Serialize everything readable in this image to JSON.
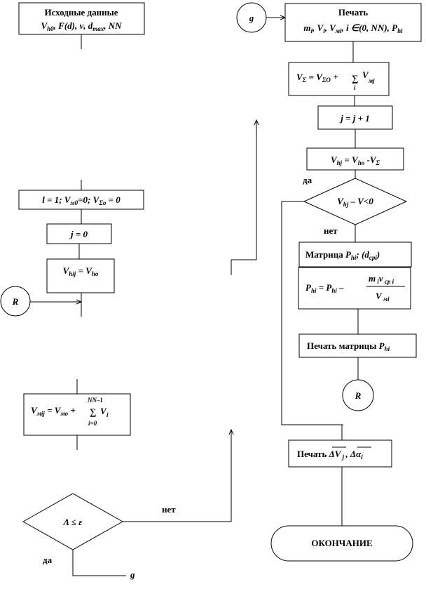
{
  "blocks": {
    "input_title": "Исходные данные",
    "input_vars": "V",
    "input_vars_rest": "(d), ν, d",
    "init_line": "l = 1; V",
    "j_zero": "j = 0",
    "vhij": "V",
    "vmij": "V",
    "condition": "Λ ≤ ε",
    "no_left": "нет",
    "yes_left": "да",
    "print_title": "Печать",
    "print_vars": "m",
    "vsum": "V",
    "j_inc": "j = j + 1",
    "vhj": "V",
    "yes_right": "да",
    "cond_right": "V",
    "no_right": "нет",
    "matrix": "Матрица P",
    "print_matrix": "Печать матрицы",
    "print_deltas": "Печать",
    "end": "ОКОНЧАНИЕ"
  },
  "connectors": {
    "g": "g",
    "R": "R"
  }
}
